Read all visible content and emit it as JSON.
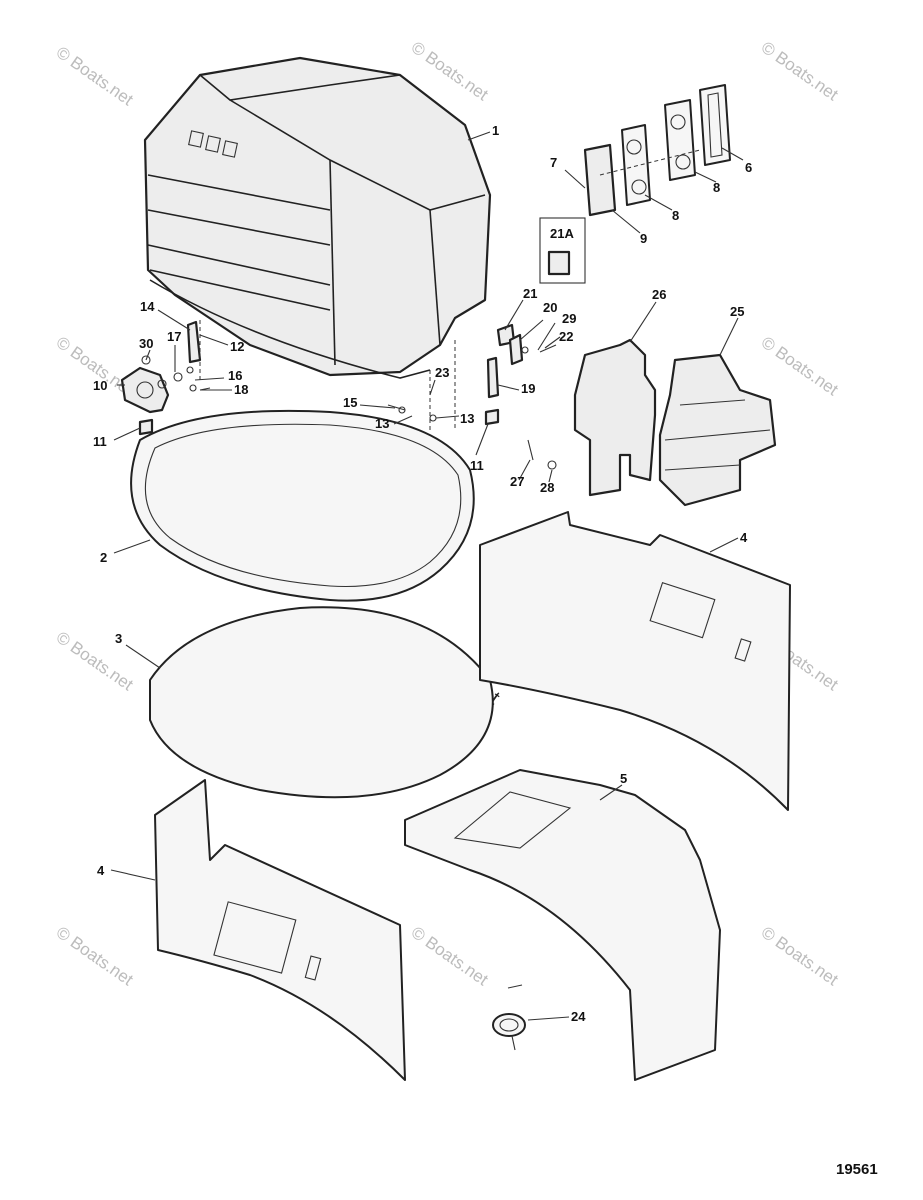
{
  "figure_number": "19561",
  "watermark": "© Boats.net",
  "callouts": {
    "c1": "1",
    "c2": "2",
    "c3": "3",
    "c4a": "4",
    "c4b": "4",
    "c5": "5",
    "c6": "6",
    "c7": "7",
    "c8a": "8",
    "c8b": "8",
    "c9": "9",
    "c10": "10",
    "c11a": "11",
    "c11b": "11",
    "c12": "12",
    "c13a": "13",
    "c13b": "13",
    "c14": "14",
    "c15": "15",
    "c16": "16",
    "c17": "17",
    "c18": "18",
    "c19": "19",
    "c20": "20",
    "c21": "21",
    "c21a": "21A",
    "c22": "22",
    "c23": "23",
    "c24": "24",
    "c25": "25",
    "c26": "26",
    "c27": "27",
    "c28": "28",
    "c29": "29",
    "c30": "30"
  }
}
